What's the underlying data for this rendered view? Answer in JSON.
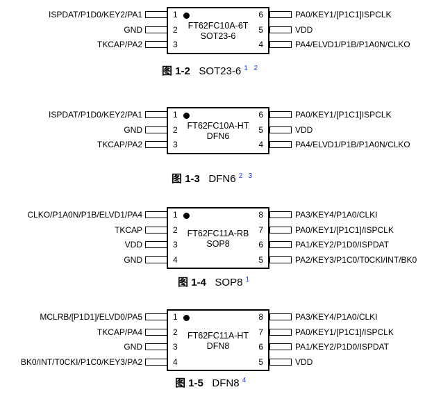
{
  "packages": [
    {
      "part": "FT62FC10A-6T",
      "pkg": "SOT23-6",
      "left_pins": [
        {
          "num": "1",
          "label": "ISPDAT/P1D0/KEY2/PA1"
        },
        {
          "num": "2",
          "label": "GND"
        },
        {
          "num": "3",
          "label": "TKCAP/PA2"
        }
      ],
      "right_pins": [
        {
          "num": "6",
          "label": "PA0/KEY1/[P1C1]ISPCLK"
        },
        {
          "num": "5",
          "label": "VDD"
        },
        {
          "num": "4",
          "label": "PA4/ELVD1/P1B/P1A0N/CLKO"
        }
      ],
      "caption": {
        "fig": "图",
        "num": "1-2",
        "name": "SOT23-6",
        "notes": [
          "1",
          "2"
        ]
      }
    },
    {
      "part": "FT62FC10A-HT",
      "pkg": "DFN6",
      "left_pins": [
        {
          "num": "1",
          "label": "ISPDAT/P1D0/KEY2/PA1"
        },
        {
          "num": "2",
          "label": "GND"
        },
        {
          "num": "3",
          "label": "TKCAP/PA2"
        }
      ],
      "right_pins": [
        {
          "num": "6",
          "label": "PA0/KEY1/[P1C1]ISPCLK"
        },
        {
          "num": "5",
          "label": "VDD"
        },
        {
          "num": "4",
          "label": "PA4/ELVD1/P1B/P1A0N/CLKO"
        }
      ],
      "caption": {
        "fig": "图",
        "num": "1-3",
        "name": "DFN6",
        "notes": [
          "2",
          "3"
        ]
      }
    },
    {
      "part": "FT62FC11A-RB",
      "pkg": "SOP8",
      "left_pins": [
        {
          "num": "1",
          "label": "CLKO/P1A0N/P1B/ELVD1/PA4"
        },
        {
          "num": "2",
          "label": "TKCAP"
        },
        {
          "num": "3",
          "label": "VDD"
        },
        {
          "num": "4",
          "label": "GND"
        }
      ],
      "right_pins": [
        {
          "num": "8",
          "label": "PA3/KEY4/P1A0/CLKI"
        },
        {
          "num": "7",
          "label": "PA0/KEY1/[P1C1]/ISPCLK"
        },
        {
          "num": "6",
          "label": "PA1/KEY2/P1D0/ISPDAT"
        },
        {
          "num": "5",
          "label": "PA2/KEY3/P1C0/T0CKI/INT/BK0"
        }
      ],
      "caption": {
        "fig": "图",
        "num": "1-4",
        "name": "SOP8",
        "notes": [
          "1"
        ]
      }
    },
    {
      "part": "FT62FC11A-HT",
      "pkg": "DFN8",
      "left_pins": [
        {
          "num": "1",
          "label": "MCLRB/[P1D1]/ELVD0/PA5"
        },
        {
          "num": "2",
          "label": "TKCAP/PA4"
        },
        {
          "num": "3",
          "label": "GND"
        },
        {
          "num": "4",
          "label": "BK0/INT/T0CKI/P1C0/KEY3/PA2"
        }
      ],
      "right_pins": [
        {
          "num": "8",
          "label": "PA3/KEY4/P1A0/CLKI"
        },
        {
          "num": "7",
          "label": "PA0/KEY1/[P1C1]/ISPCLK"
        },
        {
          "num": "6",
          "label": "PA1/KEY2/P1D0/ISPDAT"
        },
        {
          "num": "5",
          "label": "VDD"
        }
      ],
      "caption": {
        "fig": "图",
        "num": "1-5",
        "name": "DFN8",
        "notes": [
          "4"
        ]
      }
    }
  ]
}
